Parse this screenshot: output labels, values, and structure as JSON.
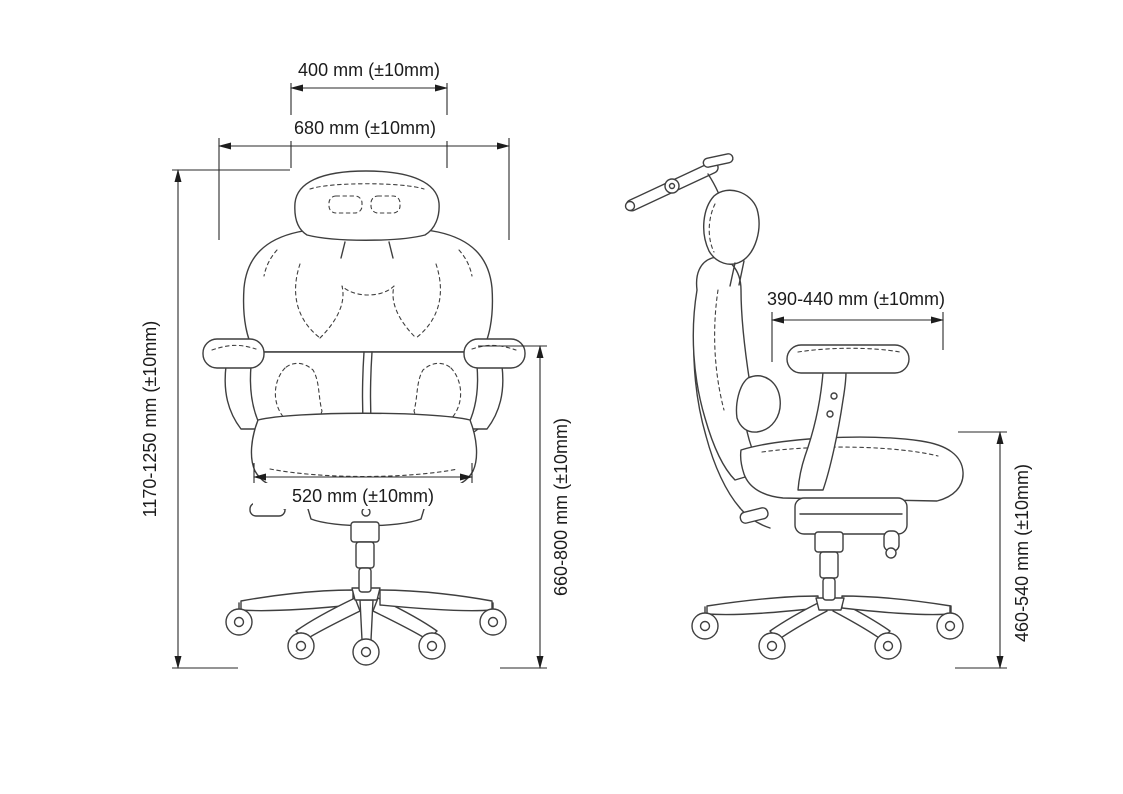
{
  "diagram": {
    "subject": "office-chair-dimension-drawing",
    "labels": {
      "headrest_width": "400 mm (±10mm)",
      "backrest_width": "680 mm (±10mm)",
      "overall_height": "1170-1250 mm (±10mm)",
      "seat_width": "520 mm (±10mm)",
      "armrest_height": "660-800 mm (±10mm)",
      "seat_depth": "390-440 mm (±10mm)",
      "seat_height": "460-540 mm (±10mm)"
    },
    "colors": {
      "background": "#ffffff",
      "line": "#3f3f3f",
      "dimension_line": "#2a2a2a",
      "text": "#1b1b1b"
    }
  }
}
